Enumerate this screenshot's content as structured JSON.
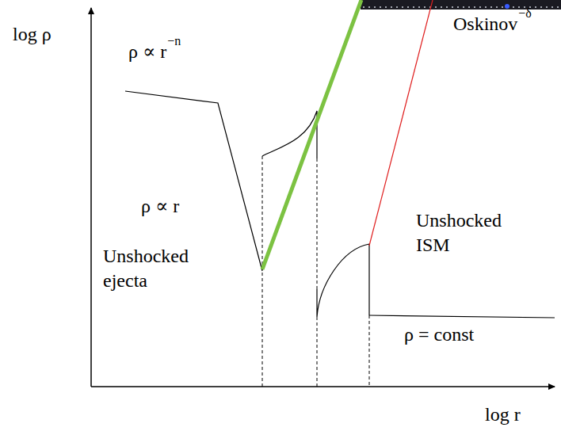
{
  "diagram": {
    "labels": [
      "Oskinov",
      "log ρ",
      "ρ ∝ r",
      "−δ",
      "ρ ∝ r",
      "−n",
      "Unshocked ejecta",
      "Unshocked ISM",
      "ρ = const",
      "log r"
    ]
  }
}
